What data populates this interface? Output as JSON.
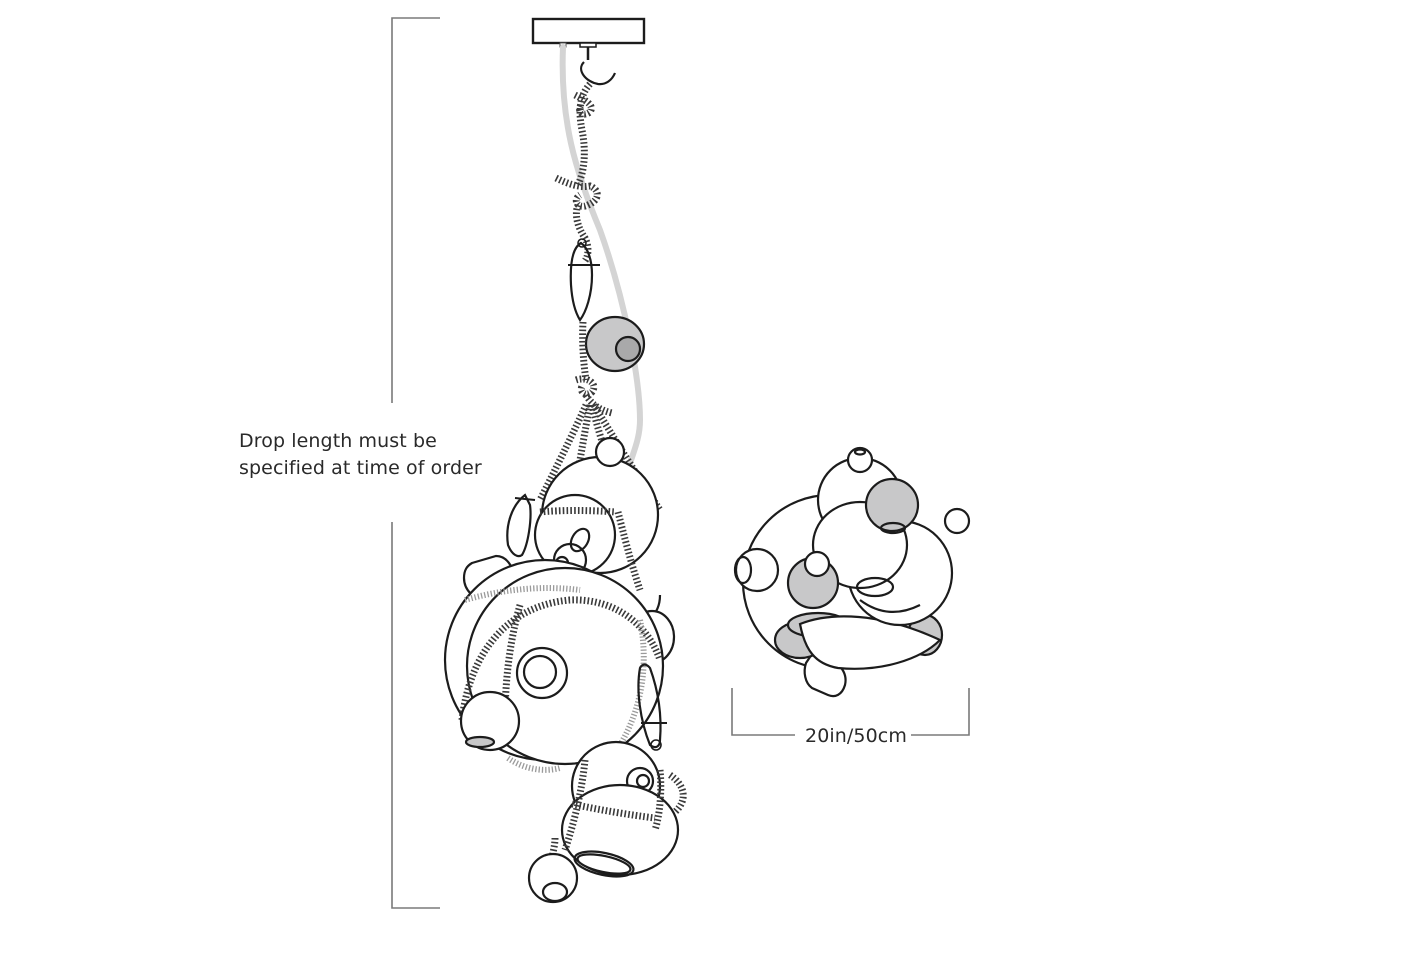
{
  "diagram": {
    "title": "Pendant light dimension drawing",
    "elevation_view": {
      "drop_dimension_label": "Drop length must be specified at time of order",
      "drop_dimension_lines": [
        "Drop length must be",
        "specified at time of order"
      ],
      "components": [
        "ceiling-canopy",
        "hook",
        "rope",
        "power-cord",
        "carabiner-clips",
        "glass-spheres"
      ]
    },
    "plan_view": {
      "width_dimension_label": "20in/50cm"
    },
    "colors": {
      "line": "#1c1c1c",
      "dimension_line": "#7a7a7a",
      "glass_grey": "#c8c8c9",
      "power_cord": "#d4d4d4",
      "background": "#ffffff"
    }
  }
}
